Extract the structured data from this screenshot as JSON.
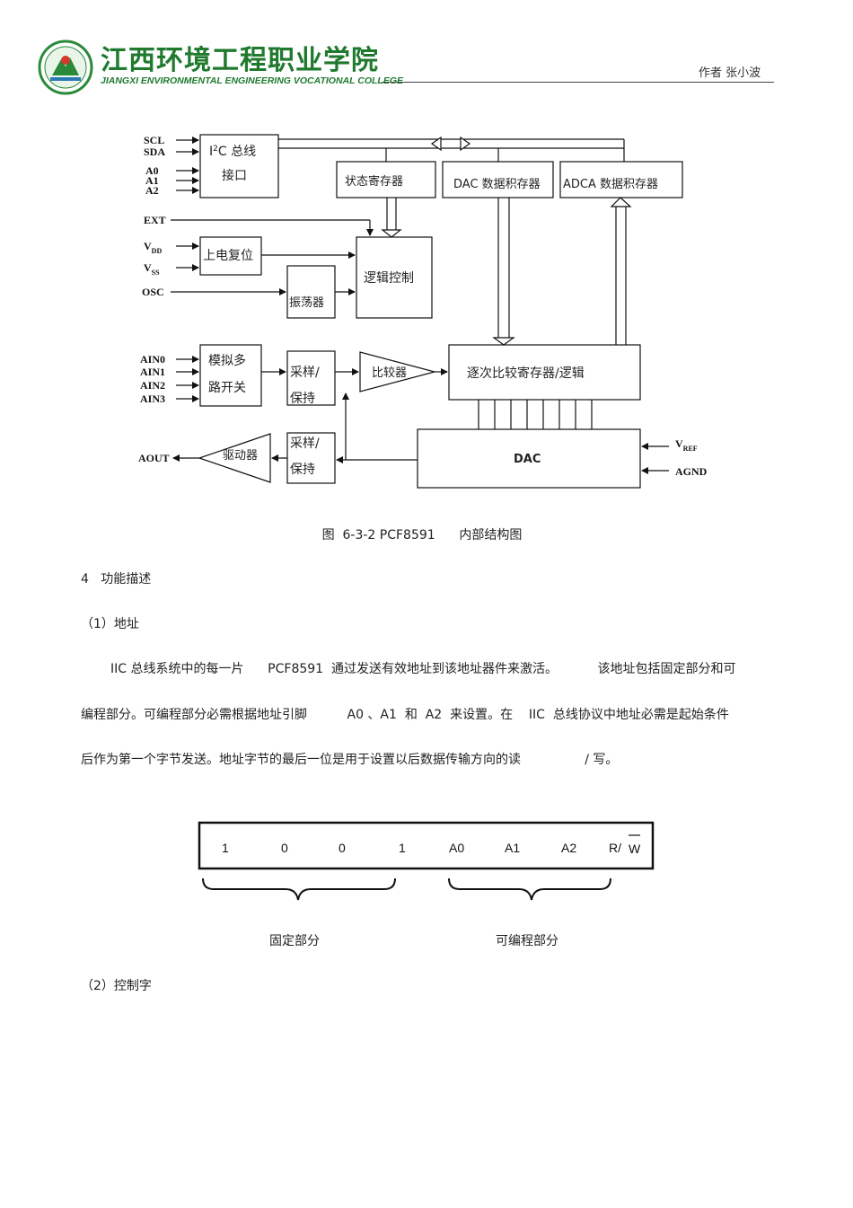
{
  "header": {
    "school_name_cn": "江西环境工程职业学院",
    "school_name_en": "JIANGXI ENVIRONMENTAL ENGINEERING VOCATIONAL COLLEGE",
    "author": "作者  张小波"
  },
  "diagram": {
    "pins": {
      "scl": "SCL",
      "sda": "SDA",
      "a0": "A0",
      "a1": "A1",
      "a2": "A2",
      "ext": "EXT",
      "vdd": "V",
      "vdd_sub": "DD",
      "vss": "V",
      "vss_sub": "SS",
      "osc": "OSC",
      "ain0": "AIN0",
      "ain1": "AIN1",
      "ain2": "AIN2",
      "ain3": "AIN3",
      "aout": "AOUT",
      "vref": "V",
      "vref_sub": "REF",
      "agnd": "AGND"
    },
    "blocks": {
      "i2c_line1_pre": "I",
      "i2c_line1_sup": "2",
      "i2c_line1_post": "C 总线",
      "i2c_line2": "接口",
      "status_reg": "状态寄存器",
      "dac_data_reg": "DAC 数据积存器",
      "adca_data_reg": "ADCA 数据积存器",
      "power_on_reset": "上电复位",
      "logic_control": "逻辑控制",
      "oscillator": "振荡器",
      "analog_mux_line1": "模拟多",
      "analog_mux_line2": "路开关",
      "sample_hold_line1": "采样/",
      "sample_hold_line2": "保持",
      "comparator": "比较器",
      "sar_logic": "逐次比较寄存器/逻辑",
      "driver": "驱动器",
      "sample_hold2_line1": "采样/",
      "sample_hold2_line2": "保持",
      "dac": "DAC"
    }
  },
  "caption": "图  6-3-2 PCF8591      内部结构图",
  "sections": {
    "function_heading": "4   功能描述",
    "address_heading": "（1）地址",
    "para_line1": "IIC 总线系统中的每一片      PCF8591  通过发送有效地址到该地址器件来激活。          该地址包括固定部分和可",
    "para_line2": "编程部分。可编程部分必需根据地址引脚          A0 、A1  和  A2  来设置。在    IIC  总线协议中地址必需是起始条件",
    "para_line3": "后作为第一个字节发送。地址字节的最后一位是用于设置以后数据传输方向的读                / 写。",
    "control_heading": "（2）控制字"
  },
  "address_byte": {
    "bits": [
      "1",
      "0",
      "0",
      "1",
      "A0",
      "A1",
      "A2",
      "R/"
    ],
    "rw_overbar": "W",
    "fixed_label": "固定部分",
    "programmable_label": "可编程部分"
  }
}
